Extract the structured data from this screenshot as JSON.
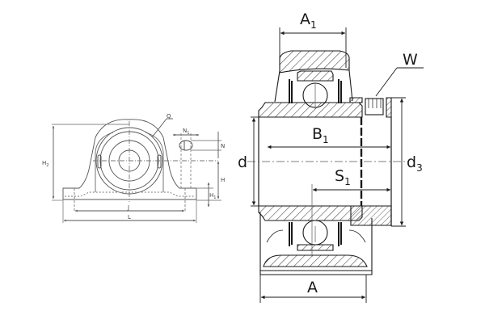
{
  "drawing": {
    "title": "Plummer block housing unit with insert bearing",
    "side_view": {
      "labels": {
        "H2": "H",
        "H2_sub": "2",
        "Q": "Q",
        "N1": "N",
        "N1_sub": "1",
        "N": "N",
        "H": "H",
        "H1": "H",
        "H1_sub": "1",
        "J": "J",
        "L": "L"
      }
    },
    "section_view": {
      "labels": {
        "A1": "A",
        "A1_sub": "1",
        "W": "W",
        "B1": "B",
        "B1_sub": "1",
        "d": "d",
        "d3": "d",
        "d3_sub": "3",
        "S1": "S",
        "S1_sub": "1",
        "A": "A"
      }
    }
  },
  "colors": {
    "line": "#1a1a1a",
    "thin_line": "#555555",
    "hatch": "#333333",
    "background": "#ffffff"
  }
}
